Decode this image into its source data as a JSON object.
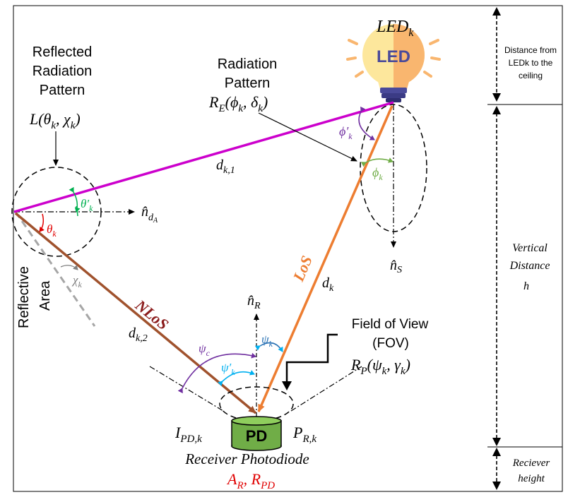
{
  "labels": {
    "led_title": "LED",
    "led_sub": "k",
    "bulb_text": "LED",
    "reflected_pattern_l1": "Reflected",
    "reflected_pattern_l2": "Radiation",
    "reflected_pattern_l3": "Pattern",
    "reflected_func": "L(θk, χk)",
    "radiation_pattern_l1": "Radiation",
    "radiation_pattern_l2": "Pattern",
    "radiation_func": "RE(ϕk, δk)",
    "dk1": "dk,1",
    "dk2": "dk,2",
    "dk": "dk",
    "los": "LoS",
    "nlos": "NLoS",
    "theta_prime": "θ′k",
    "theta": "θk",
    "chi": "χk",
    "n_dA": "n̂dA",
    "n_S": "n̂S",
    "n_R": "n̂R",
    "phi_prime": "ϕ′k",
    "phi": "ϕk",
    "psi": "ψk",
    "psi_c": "ψc",
    "psi_prime": "ψ′k",
    "fov_l1": "Field of View",
    "fov_l2": "(FOV)",
    "rp_func": "RP(ψk, γk)",
    "reflective": "Reflective",
    "area": "Area",
    "pd": "PD",
    "i_pd": "IPD,k",
    "p_r": "PR,k",
    "receiver": "Receiver Photodiode",
    "ar_rpd": "AR, RPD",
    "distance_ceiling_l1": "Distance from",
    "distance_ceiling_l2": "LEDk to the",
    "distance_ceiling_l3": "ceiling",
    "vertical_l1": "Vertical",
    "vertical_l2": "Distance",
    "vertical_h": "h",
    "receiver_height_l1": "Reciever",
    "receiver_height_l2": "height"
  },
  "colors": {
    "magenta": "#cc00cc",
    "orange": "#ed7d31",
    "brown": "#a0522d",
    "green_pd": "#70ad47",
    "red": "#e00000",
    "purple": "#7030a0",
    "blue": "#00b0f0",
    "green_angle": "#00b050",
    "gray": "#a6a6a6"
  }
}
